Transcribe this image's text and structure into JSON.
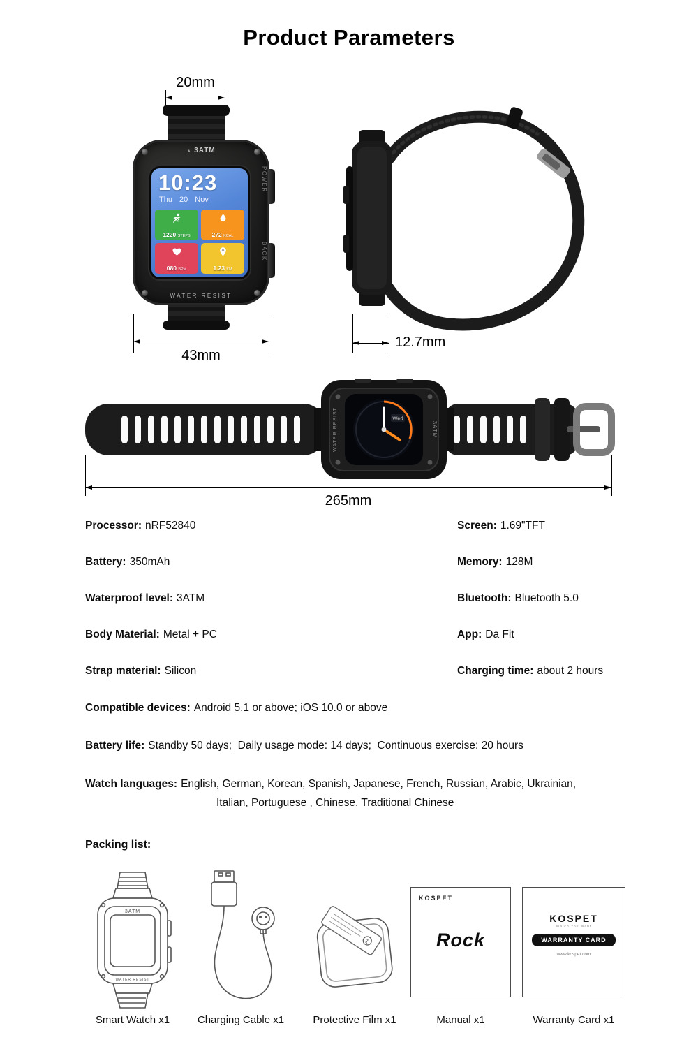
{
  "title": "Product Parameters",
  "icons": {
    "brand_triangle": "▲"
  },
  "dimensions": {
    "strap_width": "20mm",
    "case_width": "43mm",
    "thickness": "12.7mm",
    "total_length": "265mm"
  },
  "watch": {
    "bezel_top": "3ATM",
    "bezel_bottom": "WATER RESIST",
    "button_power": "POWER",
    "button_back": "BACK",
    "time": "10:23",
    "date": "Thu 20 Nov",
    "flat_day": "Wed",
    "tiles": [
      {
        "name": "steps",
        "value": "1220",
        "unit": "STEPS",
        "color": "#3fae49"
      },
      {
        "name": "calories",
        "value": "272",
        "unit": "KCAL",
        "color": "#f7941e"
      },
      {
        "name": "heart-rate",
        "value": "080",
        "unit": "BPM",
        "color": "#e0445a"
      },
      {
        "name": "distance",
        "value": "1.23",
        "unit": "KM",
        "color": "#f2c52e"
      }
    ]
  },
  "specs": {
    "left": [
      {
        "label": "Processor:",
        "value": "nRF52840"
      },
      {
        "label": "Battery:",
        "value": "350mAh"
      },
      {
        "label": "Waterproof level:",
        "value": "3ATM"
      },
      {
        "label": "Body Material:",
        "value": "Metal + PC"
      },
      {
        "label": "Strap material:",
        "value": "Silicon"
      }
    ],
    "right": [
      {
        "label": "Screen:",
        "value": "1.69\"TFT"
      },
      {
        "label": "Memory:",
        "value": "128M"
      },
      {
        "label": "Bluetooth:",
        "value": "Bluetooth 5.0"
      },
      {
        "label": "App:",
        "value": "Da Fit"
      },
      {
        "label": "Charging time:",
        "value": "about 2 hours"
      }
    ],
    "compatible": {
      "label": "Compatible devices:",
      "value": "Android 5.1 or above; iOS 10.0 or above"
    },
    "battery_life": {
      "label": "Battery life:",
      "value": "Standby 50 days;  Daily usage mode: 14 days;  Continuous exercise: 20 hours"
    },
    "languages": {
      "label": "Watch languages:",
      "line1": "English, German, Korean, Spanish, Japanese, French, Russian, Arabic, Ukrainian,",
      "line2": "Italian, Portuguese , Chinese, Traditional Chinese"
    }
  },
  "packing": {
    "heading": "Packing list:",
    "film_badge": "1",
    "manual": {
      "brand": "KOSPET",
      "title": "Rock"
    },
    "warranty": {
      "brand": "KOSPET",
      "slogan": "Watch You Want",
      "bar": "WARRANTY CARD",
      "url": "www.kospet.com"
    },
    "items": [
      {
        "label": "Smart Watch x1"
      },
      {
        "label": "Charging Cable x1"
      },
      {
        "label": "Protective Film x1"
      },
      {
        "label": "Manual x1"
      },
      {
        "label": "Warranty Card x1"
      }
    ]
  }
}
